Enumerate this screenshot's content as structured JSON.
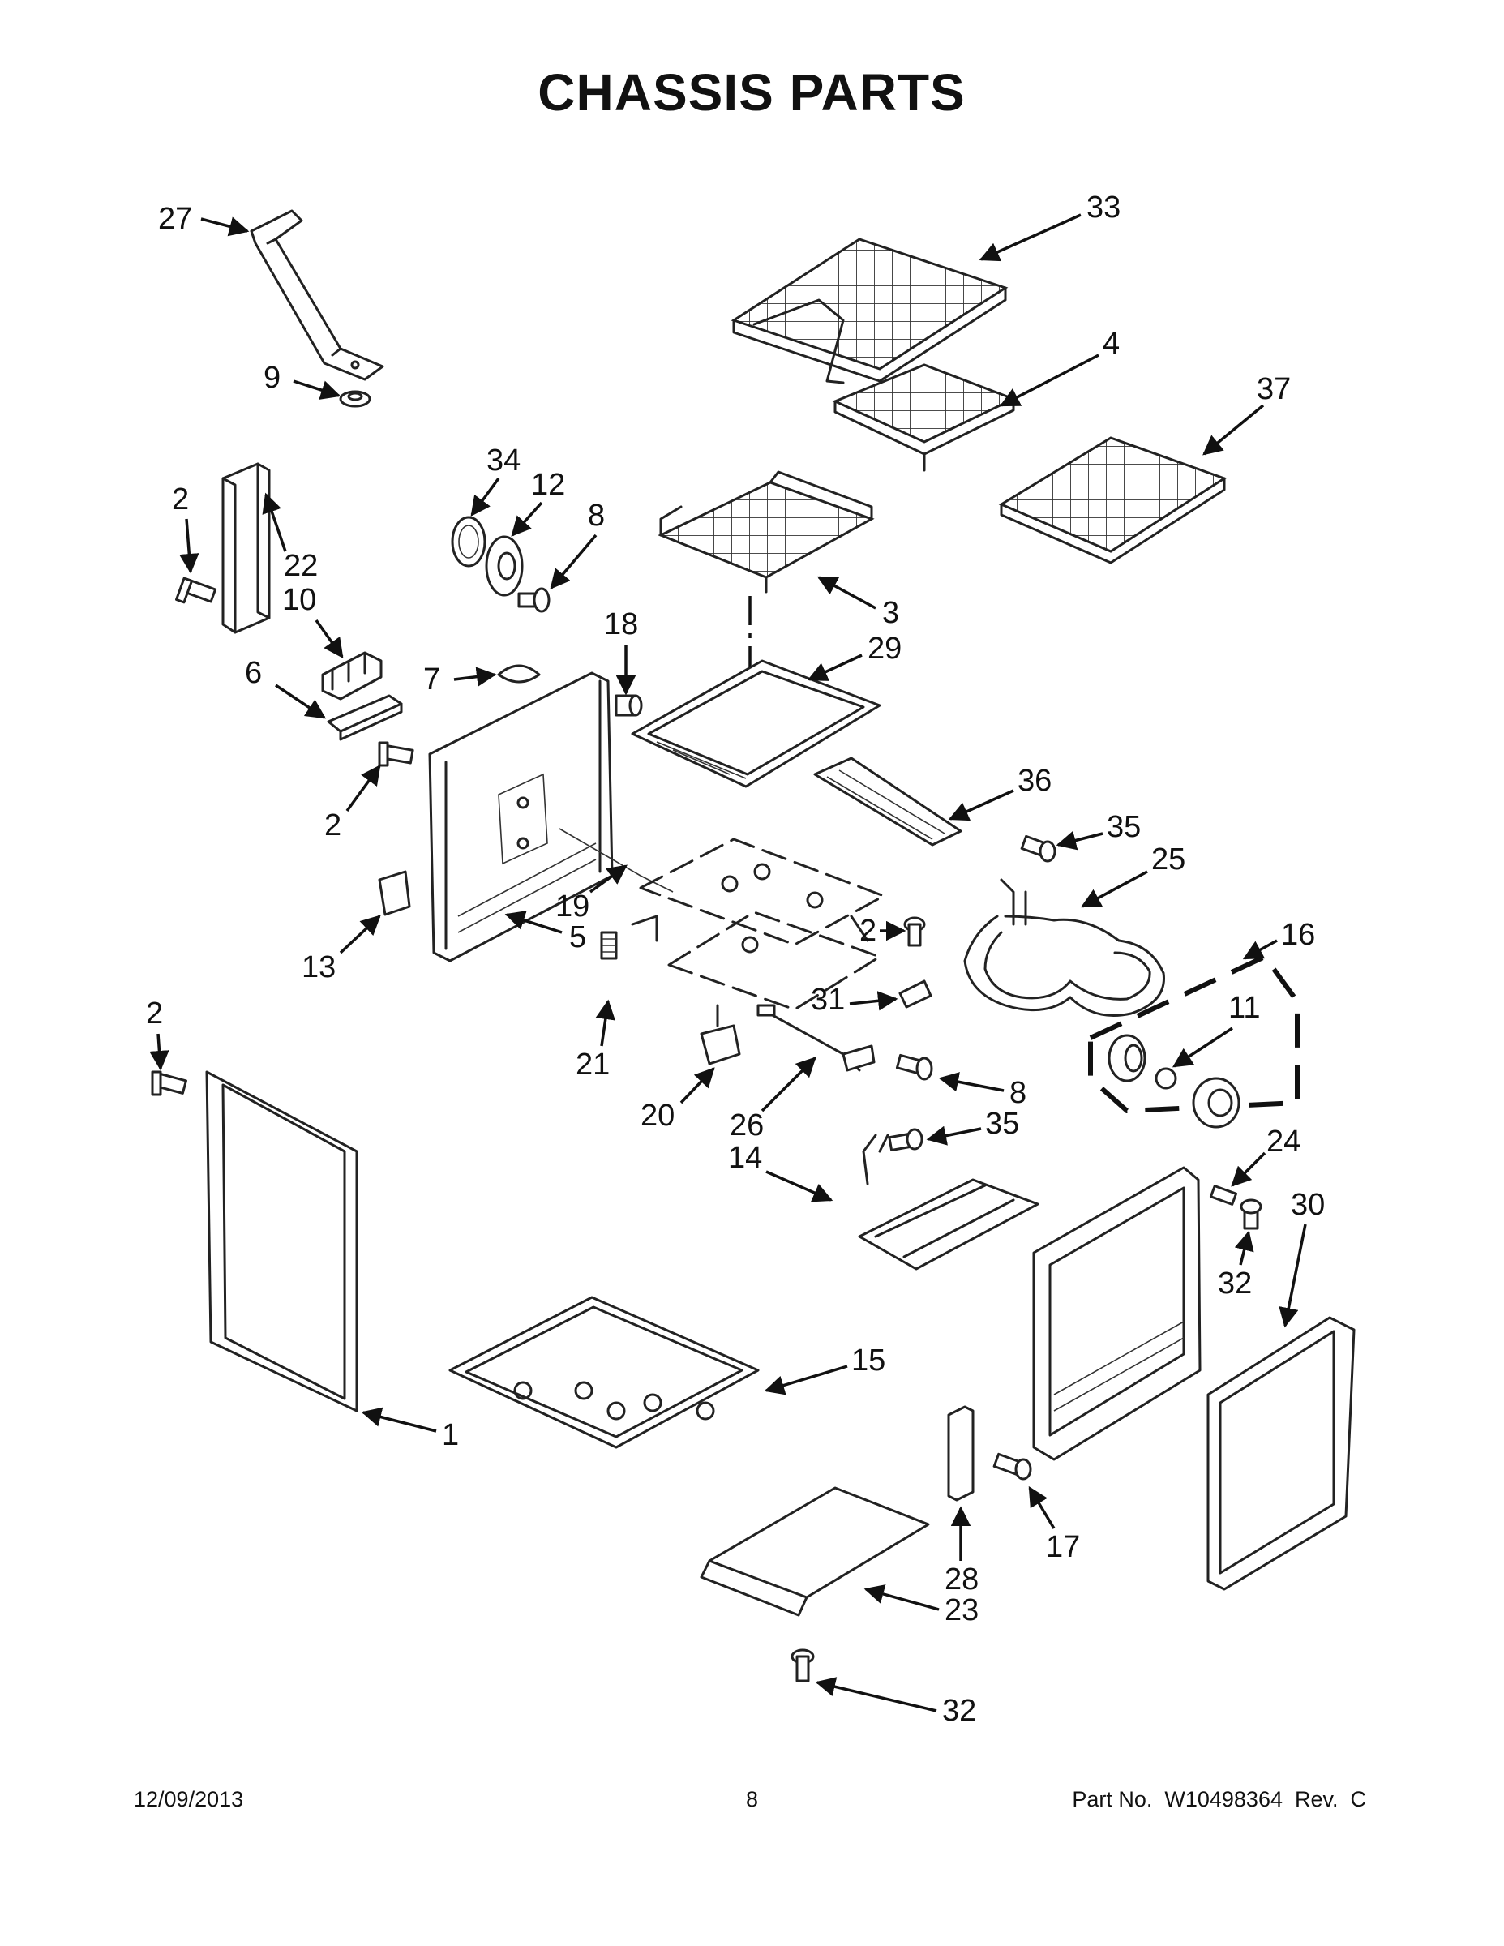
{
  "title": "CHASSIS PARTS",
  "footer": {
    "date": "12/09/2013",
    "page": "8",
    "part_no": "Part No.  W10498364  Rev.  C"
  },
  "callouts": [
    "27",
    "33",
    "9",
    "4",
    "37",
    "34",
    "12",
    "2",
    "8",
    "22",
    "10",
    "3",
    "18",
    "29",
    "6",
    "7",
    "2",
    "36",
    "35",
    "25",
    "13",
    "19",
    "5",
    "2",
    "16",
    "11",
    "31",
    "21",
    "2",
    "8",
    "20",
    "26",
    "35",
    "24",
    "14",
    "30",
    "32",
    "15",
    "1",
    "17",
    "28",
    "23",
    "32"
  ]
}
